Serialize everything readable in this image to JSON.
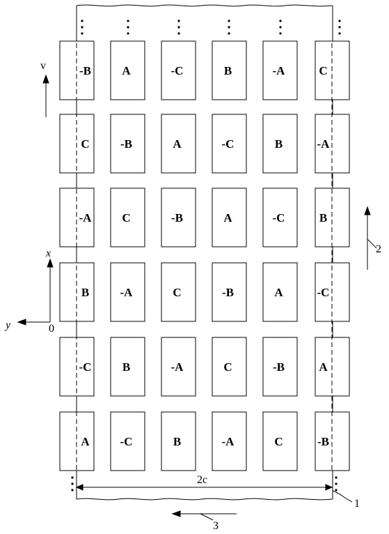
{
  "axes": {
    "v_label": "v",
    "x_label": "x",
    "y_label": "y",
    "origin_label": "0"
  },
  "dimension_label": "2c",
  "callouts": [
    "1",
    "2",
    "3"
  ],
  "grid_labels": [
    [
      "-B",
      "A",
      "-C",
      "B",
      "-A",
      "C"
    ],
    [
      "C",
      "-B",
      "A",
      "-C",
      "B",
      "-A"
    ],
    [
      "-A",
      "C",
      "-B",
      "A",
      "-C",
      "B"
    ],
    [
      "B",
      "-A",
      "C",
      "-B",
      "A",
      "-C"
    ],
    [
      "-C",
      "B",
      "-A",
      "C",
      "-B",
      "A"
    ],
    [
      "A",
      "-C",
      "B",
      "-A",
      "C",
      "-B"
    ]
  ]
}
